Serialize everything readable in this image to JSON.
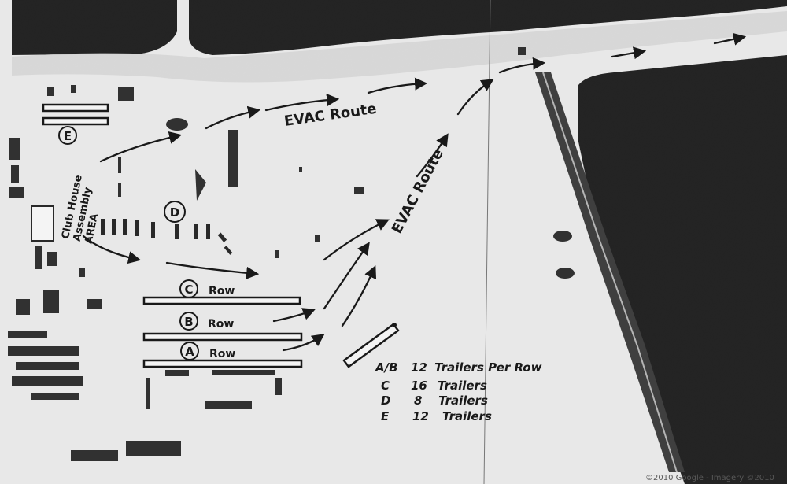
{
  "map": {
    "labels": {
      "evac_route_top": "EVAC Route",
      "evac_route_diagonal": "EVAC Route",
      "assembly_area": "Club House Assembly AREA",
      "row_e_marker": "E",
      "row_d_marker": "D",
      "row_c_marker": "C",
      "row_c_label": "Row",
      "row_b_marker": "B",
      "row_b_label": "Row",
      "row_a_marker": "A",
      "row_a_label": "Row"
    },
    "legend": [
      {
        "row": "A/B",
        "count": "12",
        "text": "Trailers Per Row"
      },
      {
        "row": "C",
        "count": "16",
        "text": "Trailers"
      },
      {
        "row": "D",
        "count": "8",
        "text": "Trailers"
      },
      {
        "row": "E",
        "count": "12",
        "text": "Trailers"
      }
    ],
    "credit": "©2010 Google - Imagery ©2010",
    "colors": {
      "water": "#1c1c1c",
      "ground": "#f2f2f2",
      "ink": "#111111",
      "shoreline": "#2a2a2a"
    }
  }
}
